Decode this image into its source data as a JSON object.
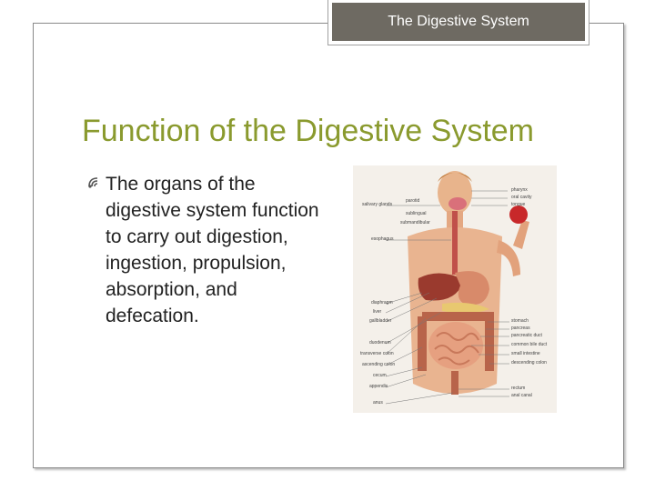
{
  "header": {
    "tab_title": "The Digestive System"
  },
  "slide": {
    "title": "Function of the Digestive System",
    "bullet": "The organs of the digestive system function to carry out digestion, ingestion, propulsion, absorption, and defecation."
  },
  "figure": {
    "labels_left": [
      "salivary glands",
      "esophagus",
      "diaphragm",
      "liver",
      "gallbladder",
      "duodenum",
      "transverse colon",
      "ascending colon",
      "cecum",
      "appendix",
      "anus"
    ],
    "labels_right": [
      "pharynx",
      "oral cavity",
      "tongue",
      "stomach",
      "pancreas",
      "pancreatic duct",
      "common bile duct",
      "small intestine",
      "descending colon",
      "rectum",
      "anal canal"
    ],
    "labels_center": [
      "parotid",
      "sublingual",
      "submandibular"
    ]
  },
  "colors": {
    "title": "#8a9a2e",
    "tab_bg": "#6e6a62"
  }
}
